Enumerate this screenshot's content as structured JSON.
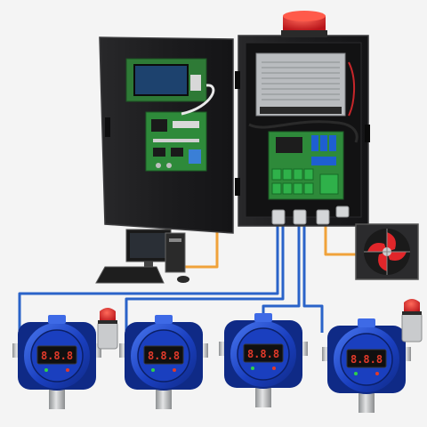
{
  "scene": {
    "subject": "gas-detection-system",
    "colors": {
      "background": "#f4f4f4",
      "cabinet": "#1c1c1e",
      "cabinet_edge": "#3a3a3c",
      "detector_blue": "#1a3fbf",
      "detector_blue_light": "#3e6ae6",
      "detector_blue_dark": "#0f2a86",
      "display": "#101010",
      "display_digits": "#e23a2a",
      "wire_orange": "#f0a23a",
      "wire_blue": "#2a63c9",
      "pcb_green": "#2e8a3a",
      "psu_silver": "#b9bcbf",
      "beacon_red": "#e0262a",
      "chrome": "#c9cbcd"
    },
    "detectors": [
      {
        "name": "detector-1",
        "display": "8.8.8"
      },
      {
        "name": "detector-2",
        "display": "8.8.8"
      },
      {
        "name": "detector-3",
        "display": "8.8.8"
      },
      {
        "name": "detector-4",
        "display": "8.8.8"
      }
    ],
    "icons": [
      "control-cabinet-icon",
      "alarm-beacon-icon",
      "exhaust-fan-icon",
      "desktop-computer-icon",
      "gas-detector-icon"
    ]
  }
}
